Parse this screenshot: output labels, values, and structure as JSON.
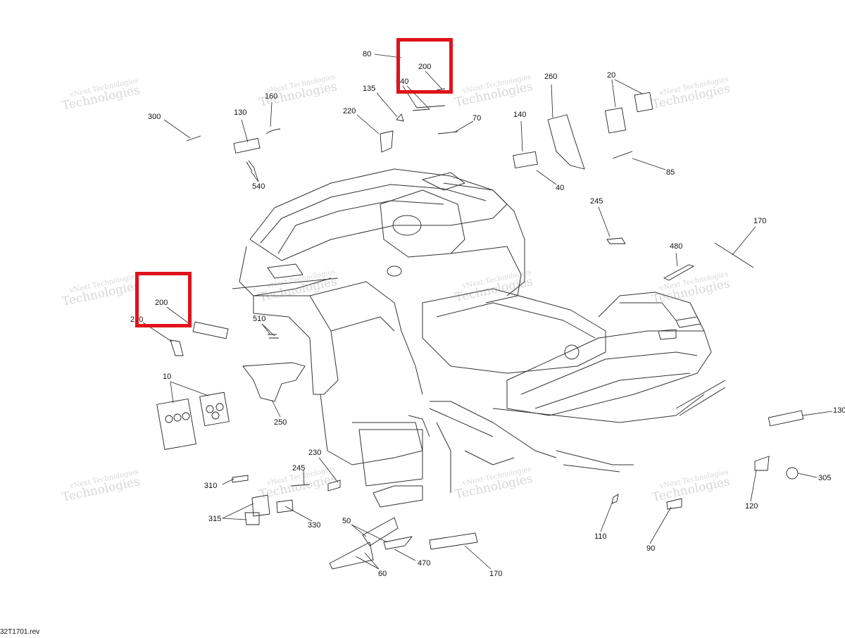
{
  "watermark": {
    "line1": "vNext Technologies",
    "line2": "Technologies"
  },
  "drawing_ref": "32T1701.rev",
  "highlight_color": "#e0121b",
  "callouts": [
    {
      "id": "c80",
      "label": "80"
    },
    {
      "id": "c200a",
      "label": "200"
    },
    {
      "id": "c540a",
      "label": "540"
    },
    {
      "id": "c135",
      "label": "135"
    },
    {
      "id": "c220",
      "label": "220"
    },
    {
      "id": "c70",
      "label": "70"
    },
    {
      "id": "c260",
      "label": "260"
    },
    {
      "id": "c20",
      "label": "20"
    },
    {
      "id": "c140",
      "label": "140"
    },
    {
      "id": "c40",
      "label": "40"
    },
    {
      "id": "c85",
      "label": "85"
    },
    {
      "id": "c160",
      "label": "160"
    },
    {
      "id": "c130a",
      "label": "130"
    },
    {
      "id": "c300",
      "label": "300"
    },
    {
      "id": "c540b",
      "label": "540"
    },
    {
      "id": "c245a",
      "label": "245"
    },
    {
      "id": "c170a",
      "label": "170"
    },
    {
      "id": "c480",
      "label": "480"
    },
    {
      "id": "c200b",
      "label": "200"
    },
    {
      "id": "c210",
      "label": "210"
    },
    {
      "id": "c510",
      "label": "510"
    },
    {
      "id": "c10",
      "label": "10"
    },
    {
      "id": "c250",
      "label": "250"
    },
    {
      "id": "c130b",
      "label": "130"
    },
    {
      "id": "c230",
      "label": "230"
    },
    {
      "id": "c245b",
      "label": "245"
    },
    {
      "id": "c310",
      "label": "310"
    },
    {
      "id": "c315",
      "label": "315"
    },
    {
      "id": "c330",
      "label": "330"
    },
    {
      "id": "c305",
      "label": "305"
    },
    {
      "id": "c120",
      "label": "120"
    },
    {
      "id": "c110",
      "label": "110"
    },
    {
      "id": "c90",
      "label": "90"
    },
    {
      "id": "c50",
      "label": "50"
    },
    {
      "id": "c470",
      "label": "470"
    },
    {
      "id": "c60",
      "label": "60"
    },
    {
      "id": "c170b",
      "label": "170"
    }
  ]
}
